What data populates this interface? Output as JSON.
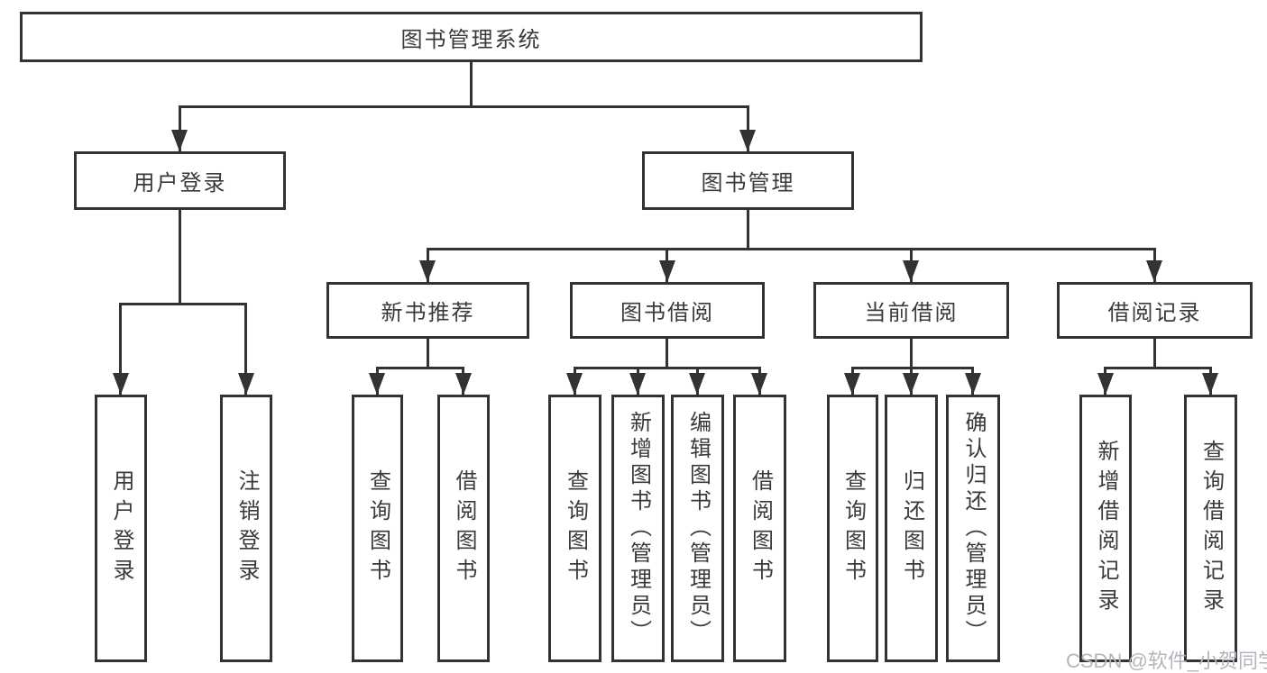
{
  "diagram": {
    "type": "hierarchy-tree",
    "title": "图书管理系统"
  },
  "colors": {
    "line": "#333333",
    "text": "#3a3a3a",
    "background": "#ffffff",
    "watermark": "#b5b5bd"
  },
  "tree": {
    "root": {
      "label": "图书管理系统"
    },
    "branches": [
      {
        "label": "用户登录",
        "children": [
          {
            "label": "用户登录"
          },
          {
            "label": "注销登录"
          }
        ]
      },
      {
        "label": "图书管理",
        "children": [
          {
            "label": "新书推荐",
            "children": [
              {
                "label": "查询图书"
              },
              {
                "label": "借阅图书"
              }
            ]
          },
          {
            "label": "图书借阅",
            "children": [
              {
                "label": "查询图书"
              },
              {
                "label": "新增图书（管理员）"
              },
              {
                "label": "编辑图书（管理员）"
              },
              {
                "label": "借阅图书"
              }
            ]
          },
          {
            "label": "当前借阅",
            "children": [
              {
                "label": "查询图书"
              },
              {
                "label": "归还图书"
              },
              {
                "label": "确认归还（管理员）"
              }
            ]
          },
          {
            "label": "借阅记录",
            "children": [
              {
                "label": "新增借阅记录"
              },
              {
                "label": "查询借阅记录"
              }
            ]
          }
        ]
      }
    ]
  },
  "watermark": {
    "text": "CSDN @软件_小贺同学"
  }
}
